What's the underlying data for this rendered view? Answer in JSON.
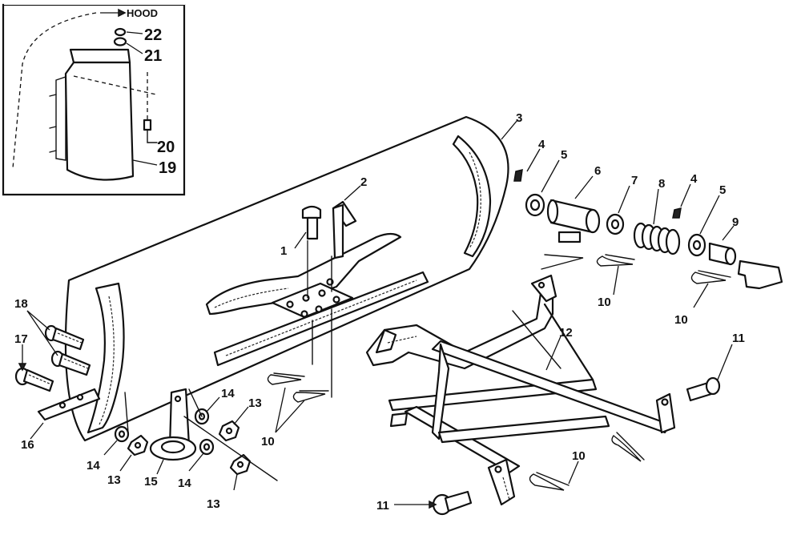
{
  "inset": {
    "hood_label": "HOOD",
    "callouts": {
      "c22": "22",
      "c21": "21",
      "c20": "20",
      "c19": "19"
    }
  },
  "callouts": {
    "c1": "1",
    "c2": "2",
    "c3": "3",
    "c4a": "4",
    "c4b": "4",
    "c5a": "5",
    "c5b": "5",
    "c6": "6",
    "c7": "7",
    "c8": "8",
    "c9": "9",
    "c10a": "10",
    "c10b": "10",
    "c10c": "10",
    "c10d": "10",
    "c11a": "11",
    "c11b": "11",
    "c12": "12",
    "c13a": "13",
    "c13b": "13",
    "c13c": "13",
    "c14a": "14",
    "c14b": "14",
    "c14c": "14",
    "c15": "15",
    "c16": "16",
    "c17": "17",
    "c18": "18"
  }
}
